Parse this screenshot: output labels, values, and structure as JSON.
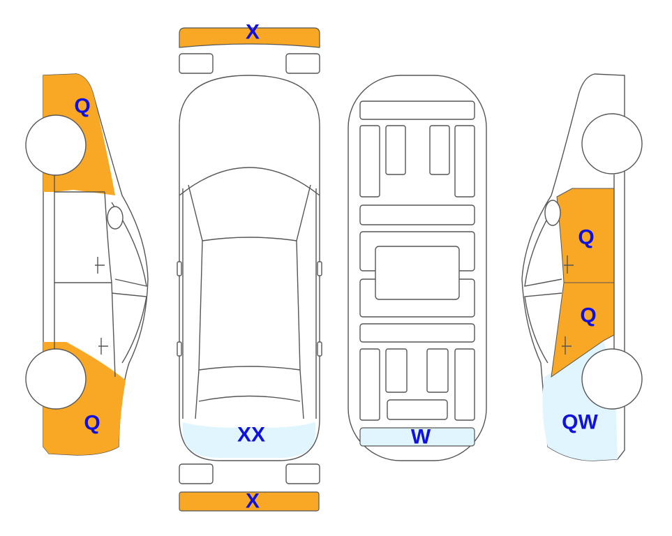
{
  "colors": {
    "damage": "#F9A825",
    "light_damage": "#E1F5FE",
    "label": "#1111DD",
    "outline": "#555555"
  },
  "labels": {
    "front_bumper": "X",
    "rear_bumper": "X",
    "left_front": "Q",
    "left_rear": "Q",
    "top_rear": "XX",
    "interior_rear": "W",
    "right_front_door": "Q",
    "right_rear_door": "Q",
    "right_rear": "QW"
  }
}
